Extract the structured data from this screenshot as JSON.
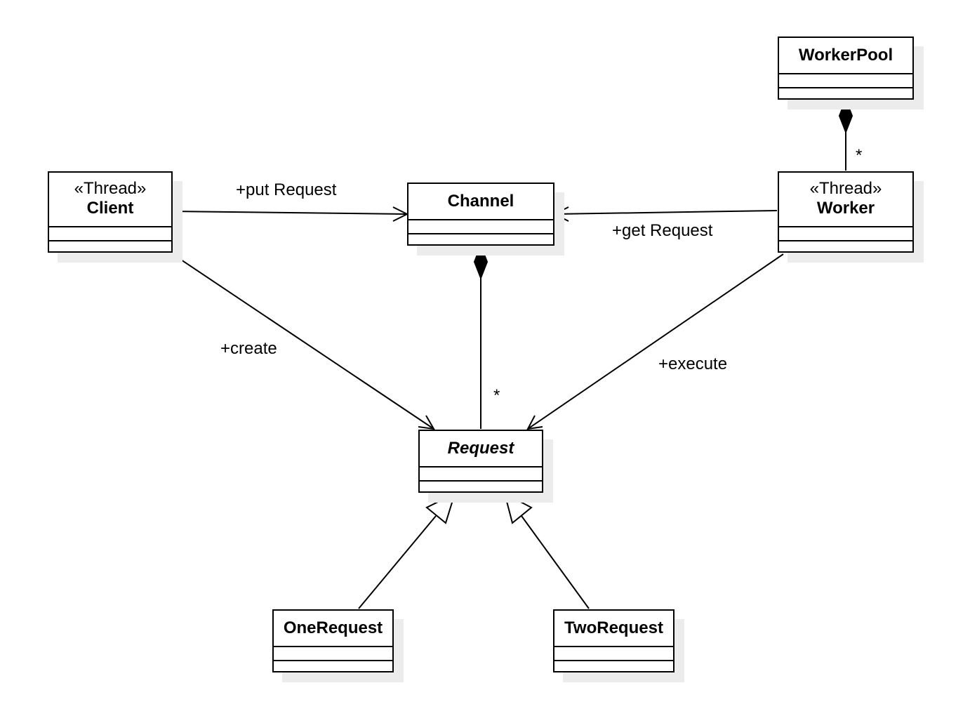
{
  "classes": {
    "workerpool": {
      "name": "WorkerPool"
    },
    "client": {
      "stereotype": "«Thread»",
      "name": "Client"
    },
    "channel": {
      "name": "Channel"
    },
    "worker": {
      "stereotype": "«Thread»",
      "name": "Worker"
    },
    "request": {
      "name": "Request"
    },
    "onerequest": {
      "name": "OneRequest"
    },
    "tworequest": {
      "name": "TwoRequest"
    }
  },
  "relations": {
    "put_request": "+put Request",
    "get_request": "+get Request",
    "create": "+create",
    "execute": "+execute",
    "channel_request_multiplicity": "*",
    "pool_worker_multiplicity": "*"
  }
}
